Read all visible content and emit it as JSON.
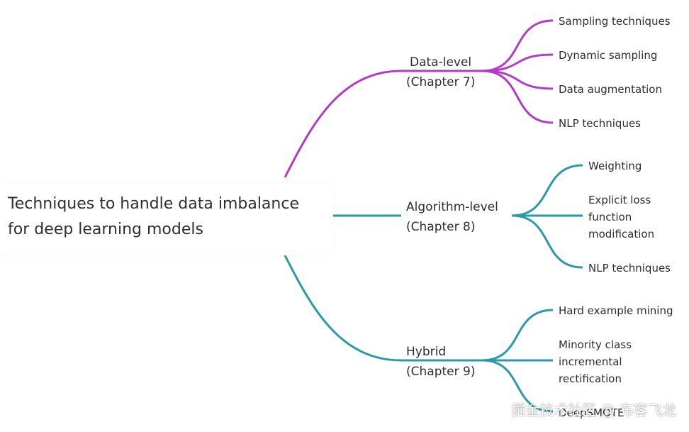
{
  "colors": {
    "data_level": "#b53ac9",
    "algorithm_level": "#2a9aa8",
    "hybrid": "#2a9aa8",
    "text": "#2b2f33"
  },
  "root": {
    "lines": [
      "Techniques to handle data imbalance",
      "for deep learning models"
    ]
  },
  "branches": [
    {
      "lines": [
        "Data-level",
        "(Chapter 7)"
      ],
      "color": "#b53ac9",
      "leaves": [
        {
          "lines": [
            "Sampling techniques"
          ]
        },
        {
          "lines": [
            "Dynamic sampling"
          ]
        },
        {
          "lines": [
            "Data augmentation"
          ]
        },
        {
          "lines": [
            "NLP techniques"
          ]
        }
      ]
    },
    {
      "lines": [
        "Algorithm-level",
        "(Chapter 8)"
      ],
      "color": "#2a9aa8",
      "leaves": [
        {
          "lines": [
            "Weighting"
          ]
        },
        {
          "lines": [
            "Explicit loss",
            "function",
            "modification"
          ]
        },
        {
          "lines": [
            "NLP techniques"
          ]
        }
      ]
    },
    {
      "lines": [
        "Hybrid",
        "(Chapter 9)"
      ],
      "color": "#2a9aa8",
      "leaves": [
        {
          "lines": [
            "Hard example mining"
          ]
        },
        {
          "lines": [
            "Minority class",
            "incremental",
            "rectification"
          ]
        },
        {
          "lines": [
            "DeepSMOTE"
          ]
        }
      ]
    }
  ],
  "watermark": "掘金技术社区 @ 布客飞龙"
}
